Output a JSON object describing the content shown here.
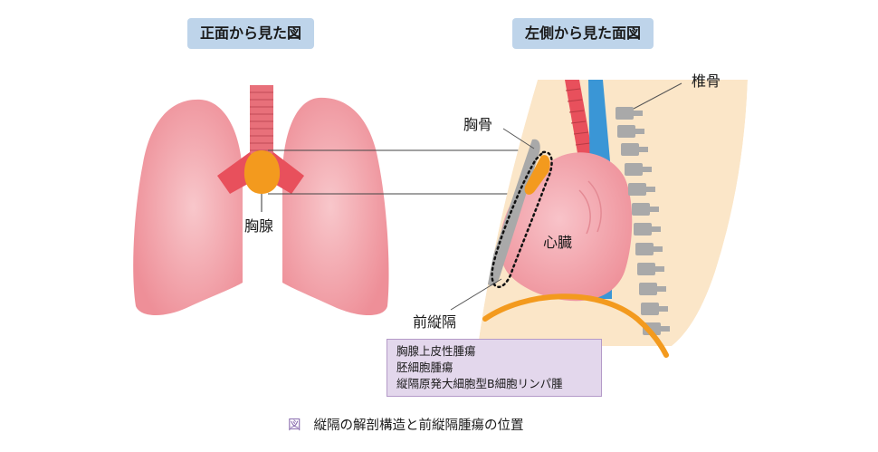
{
  "labels": {
    "front_view": "正面から見た図",
    "side_view": "左側から見た面図",
    "vertebra": "椎骨",
    "sternum": "胸骨",
    "thymus": "胸腺",
    "heart": "心臓",
    "anterior_mediastinum": "前縦隔"
  },
  "tumors": [
    "胸腺上皮性腫瘍",
    "胚細胞腫瘍",
    "縦隔原発大細胞型B細胞リンパ腫"
  ],
  "caption": {
    "fig_mark": "図",
    "text": "縦隔の解剖構造と前縦隔腫瘍の位置"
  },
  "colors": {
    "lung": "#f0a0a6",
    "trachea": "#e8707a",
    "thymus": "#f39a1e",
    "bone": "#a9a9a9",
    "tissue": "#fbe6c8",
    "aorta": "#e8505c",
    "vein": "#3a96d6",
    "heart": "#f3a7b0",
    "diaphragm": "#f39a1e",
    "label_bg": "#bed4ea",
    "tumor_box_bg": "#e3d7ec"
  }
}
